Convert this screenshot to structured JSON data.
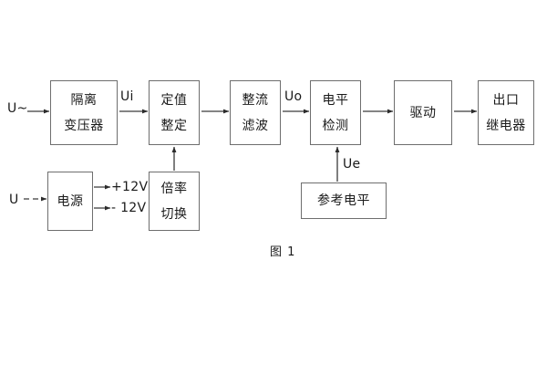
{
  "diagram": {
    "caption": "图 1",
    "top_row": [
      {
        "id": "isolation-transformer",
        "lines": [
          "隔离",
          "变压器"
        ]
      },
      {
        "id": "setpoint-setting",
        "lines": [
          "定值",
          "整定"
        ]
      },
      {
        "id": "rectify-filter",
        "lines": [
          "整流",
          "滤波"
        ]
      },
      {
        "id": "level-detection",
        "lines": [
          "电平",
          "检测"
        ]
      },
      {
        "id": "drive",
        "lines": [
          "驱动"
        ]
      },
      {
        "id": "output-relay",
        "lines": [
          "出口",
          "继电器"
        ]
      }
    ],
    "bottom_row": [
      {
        "id": "power-supply",
        "lines": [
          "电源"
        ]
      },
      {
        "id": "multiplier-switch",
        "lines": [
          "倍率",
          "切换"
        ]
      },
      {
        "id": "reference-level",
        "lines": [
          "参考电平"
        ]
      }
    ],
    "signal_labels": {
      "ac_input": "U~",
      "dc_input": "U",
      "ui": "Ui",
      "uo": "Uo",
      "ue": "Ue",
      "rail_positive": "+12V",
      "rail_negative": "- 12V"
    }
  }
}
